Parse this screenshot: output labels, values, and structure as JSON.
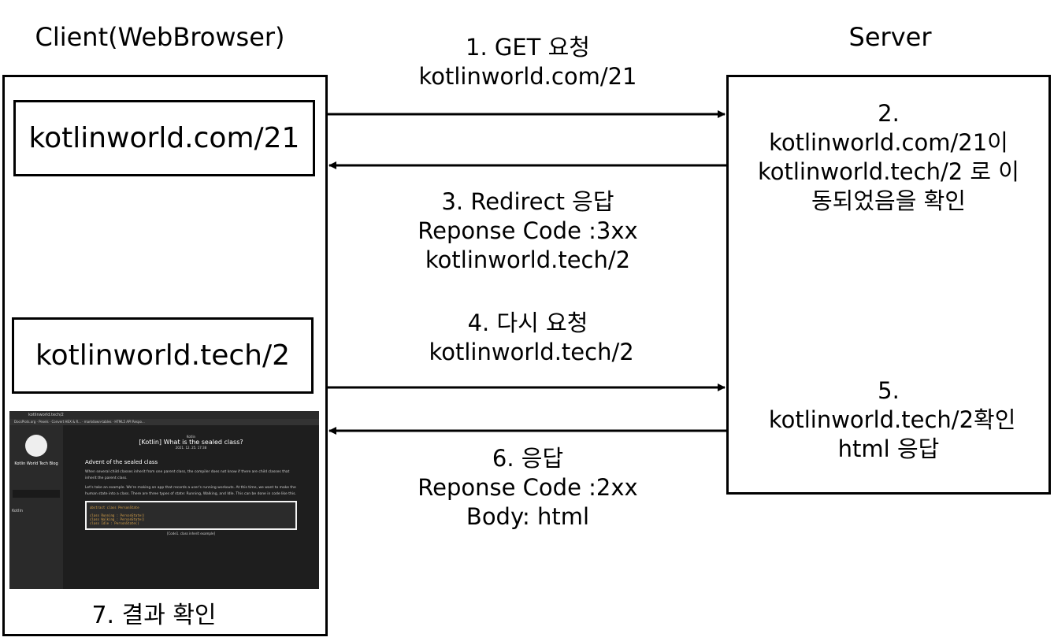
{
  "client": {
    "title": "Client(WebBrowser)",
    "url1": "kotlinworld.com/21",
    "url2": "kotlinworld.tech/2",
    "result": "7. 결과 확인"
  },
  "server": {
    "title": "Server",
    "step2": "2.\nkotlinworld.com/21이\nkotlinworld.tech/2 로 이\n동되었음을 확인",
    "step5": "5.\n kotlinworld.tech/2확인\nhtml 응답"
  },
  "arrows": {
    "step1": "1. GET 요청\nkotlinworld.com/21",
    "step3": "3. Redirect 응답\nReponse Code :3xx\nkotlinworld.tech/2",
    "step4": "4. 다시 요청\n kotlinworld.tech/2",
    "step6": "6. 응답\nReponse Code :2xx\nBody: html"
  },
  "screenshot": {
    "address": "kotlinworld.tech/2",
    "bookmarks": "DocsPlots.org · Pexels · Convert HEX & R... · markdown-tables · HTML5 API Respo...",
    "blog_name": "Kotlin World Tech Blog",
    "category": "Kotlin",
    "post_title": "[Kotlin] What is the sealed class?",
    "date": "2021. 12. 25. 17:38",
    "heading": "Advent of the sealed class",
    "para1": "When several child classes inherit from one parent class, the compiler does not know if there are child classes that inherit the parent class.",
    "para2": "Let's take an example. We're making an app that records a user's running workouts. At this time, we want to make the human state into a class. There are three types of state: Running, Walking, and Idle. This can be done in code like this.",
    "code": "abstract class PersonState\n\nclass Running : PersonState()\nclass Walking : PersonState()\nclass Idle : PersonState()",
    "caption": "[Code1. class inherit example]",
    "sidebar_item": "Kotlin"
  }
}
